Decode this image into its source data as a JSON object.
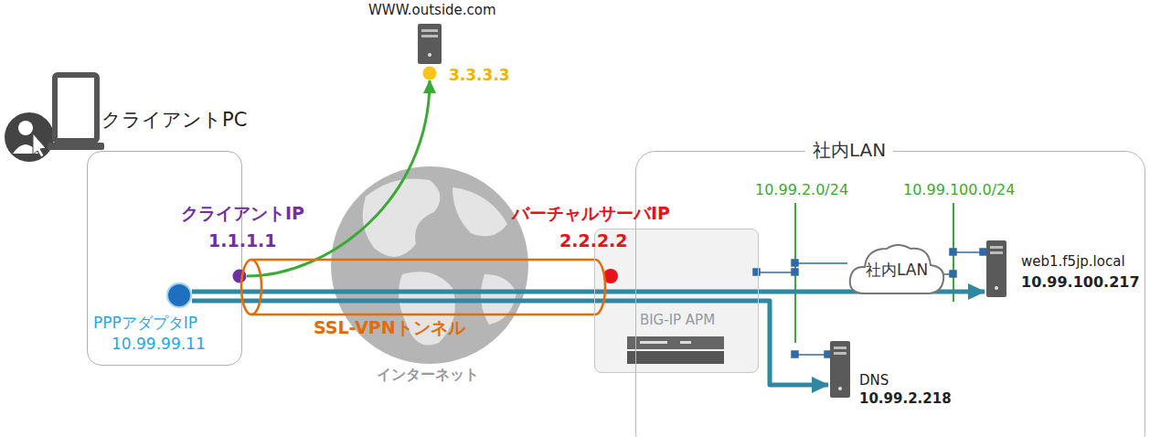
{
  "diagram": {
    "nodes": [
      {
        "text": [
          "クライアントPC"
        ]
      },
      {
        "text": [
          "PPPアダプタIP",
          "10.99.99.11"
        ],
        "in": 0
      },
      {
        "text": [
          "クライアントIP",
          "1.1.1.1"
        ]
      },
      {
        "text": [
          "WWW.outside.com",
          "3.3.3.3"
        ]
      },
      {
        "text": [
          "SSL-VPNトンネル"
        ]
      },
      {
        "text": [
          "BIG-IP APM"
        ]
      },
      {
        "text": [
          "社内LAN"
        ]
      },
      {
        "text": [
          "社内LAN"
        ],
        "in": 6
      },
      {
        "text": [
          "DNS",
          "10.99.2.218"
        ],
        "in": 6
      },
      {
        "text": [
          "web1.f5jp.local",
          "10.99.100.217"
        ],
        "in": 6
      }
    ],
    "edges": [
      {
        "from": 2,
        "to": 3,
        "arrow": "to"
      },
      {
        "from": 1,
        "to": 9,
        "arrow": "to"
      },
      {
        "from": 1,
        "to": 8,
        "arrow": "to"
      }
    ],
    "labels": [
      "インターネット",
      "バーチャルサーバIP",
      "2.2.2.2",
      "10.99.2.0/24",
      "10.99.100.0/24"
    ]
  }
}
